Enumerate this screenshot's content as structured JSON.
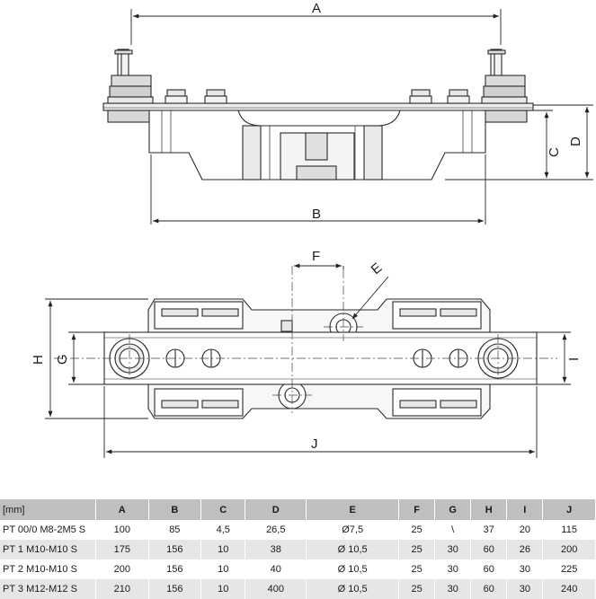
{
  "dimension_labels": {
    "A": "A",
    "B": "B",
    "C": "C",
    "D": "D",
    "E": "E",
    "F": "F",
    "G": "G",
    "H": "H",
    "I": "I",
    "J": "J"
  },
  "table": {
    "unit_header": "[mm]",
    "columns": [
      "A",
      "B",
      "C",
      "D",
      "E",
      "F",
      "G",
      "H",
      "I",
      "J"
    ],
    "rows": [
      {
        "model": "PT 00/0 M8-2M5 S",
        "values": [
          "100",
          "85",
          "4,5",
          "26,5",
          "Ø7,5",
          "25",
          "\\",
          "37",
          "20",
          "115"
        ]
      },
      {
        "model": "PT 1 M10-M10 S",
        "values": [
          "175",
          "156",
          "10",
          "38",
          "Ø 10,5",
          "25",
          "30",
          "60",
          "26",
          "200"
        ]
      },
      {
        "model": "PT 2 M10-M10 S",
        "values": [
          "200",
          "156",
          "10",
          "40",
          "Ø 10,5",
          "25",
          "30",
          "60",
          "30",
          "225"
        ]
      },
      {
        "model": "PT 3 M12-M12 S",
        "values": [
          "210",
          "156",
          "10",
          "400",
          "Ø 10,5",
          "25",
          "30",
          "60",
          "30",
          "240"
        ]
      }
    ]
  }
}
